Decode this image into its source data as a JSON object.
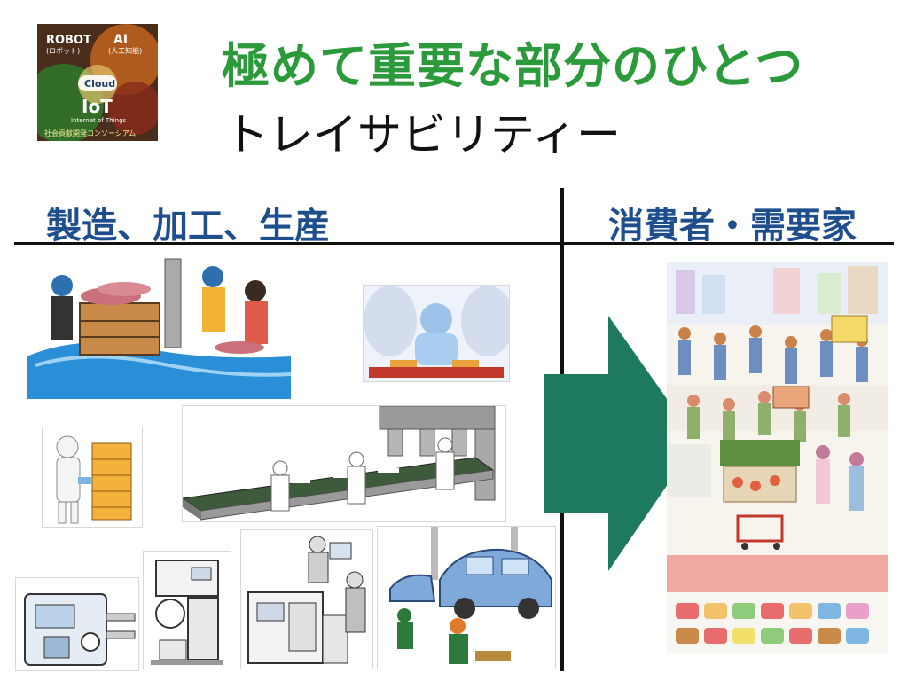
{
  "logo": {
    "robot": "ROBOT",
    "robot_sub": "(ロボット)",
    "ai": "AI",
    "ai_sub": "(人工知能)",
    "cloud": "Cloud",
    "iot": "IoT",
    "iot_sub": "Internet of Things",
    "org": "社会貢献開発コンソーシアム"
  },
  "title": "極めて重要な部分のひとつ",
  "subtitle": "トレイサビリティー",
  "sections": {
    "left": "製造、加工、生産",
    "right": "消費者・需要家"
  },
  "colors": {
    "title_green": "#2a9a3a",
    "heading_blue": "#1f4e8c",
    "arrow_green": "#1d7a5f"
  },
  "icons": {
    "arrow": "right-arrow-icon"
  }
}
